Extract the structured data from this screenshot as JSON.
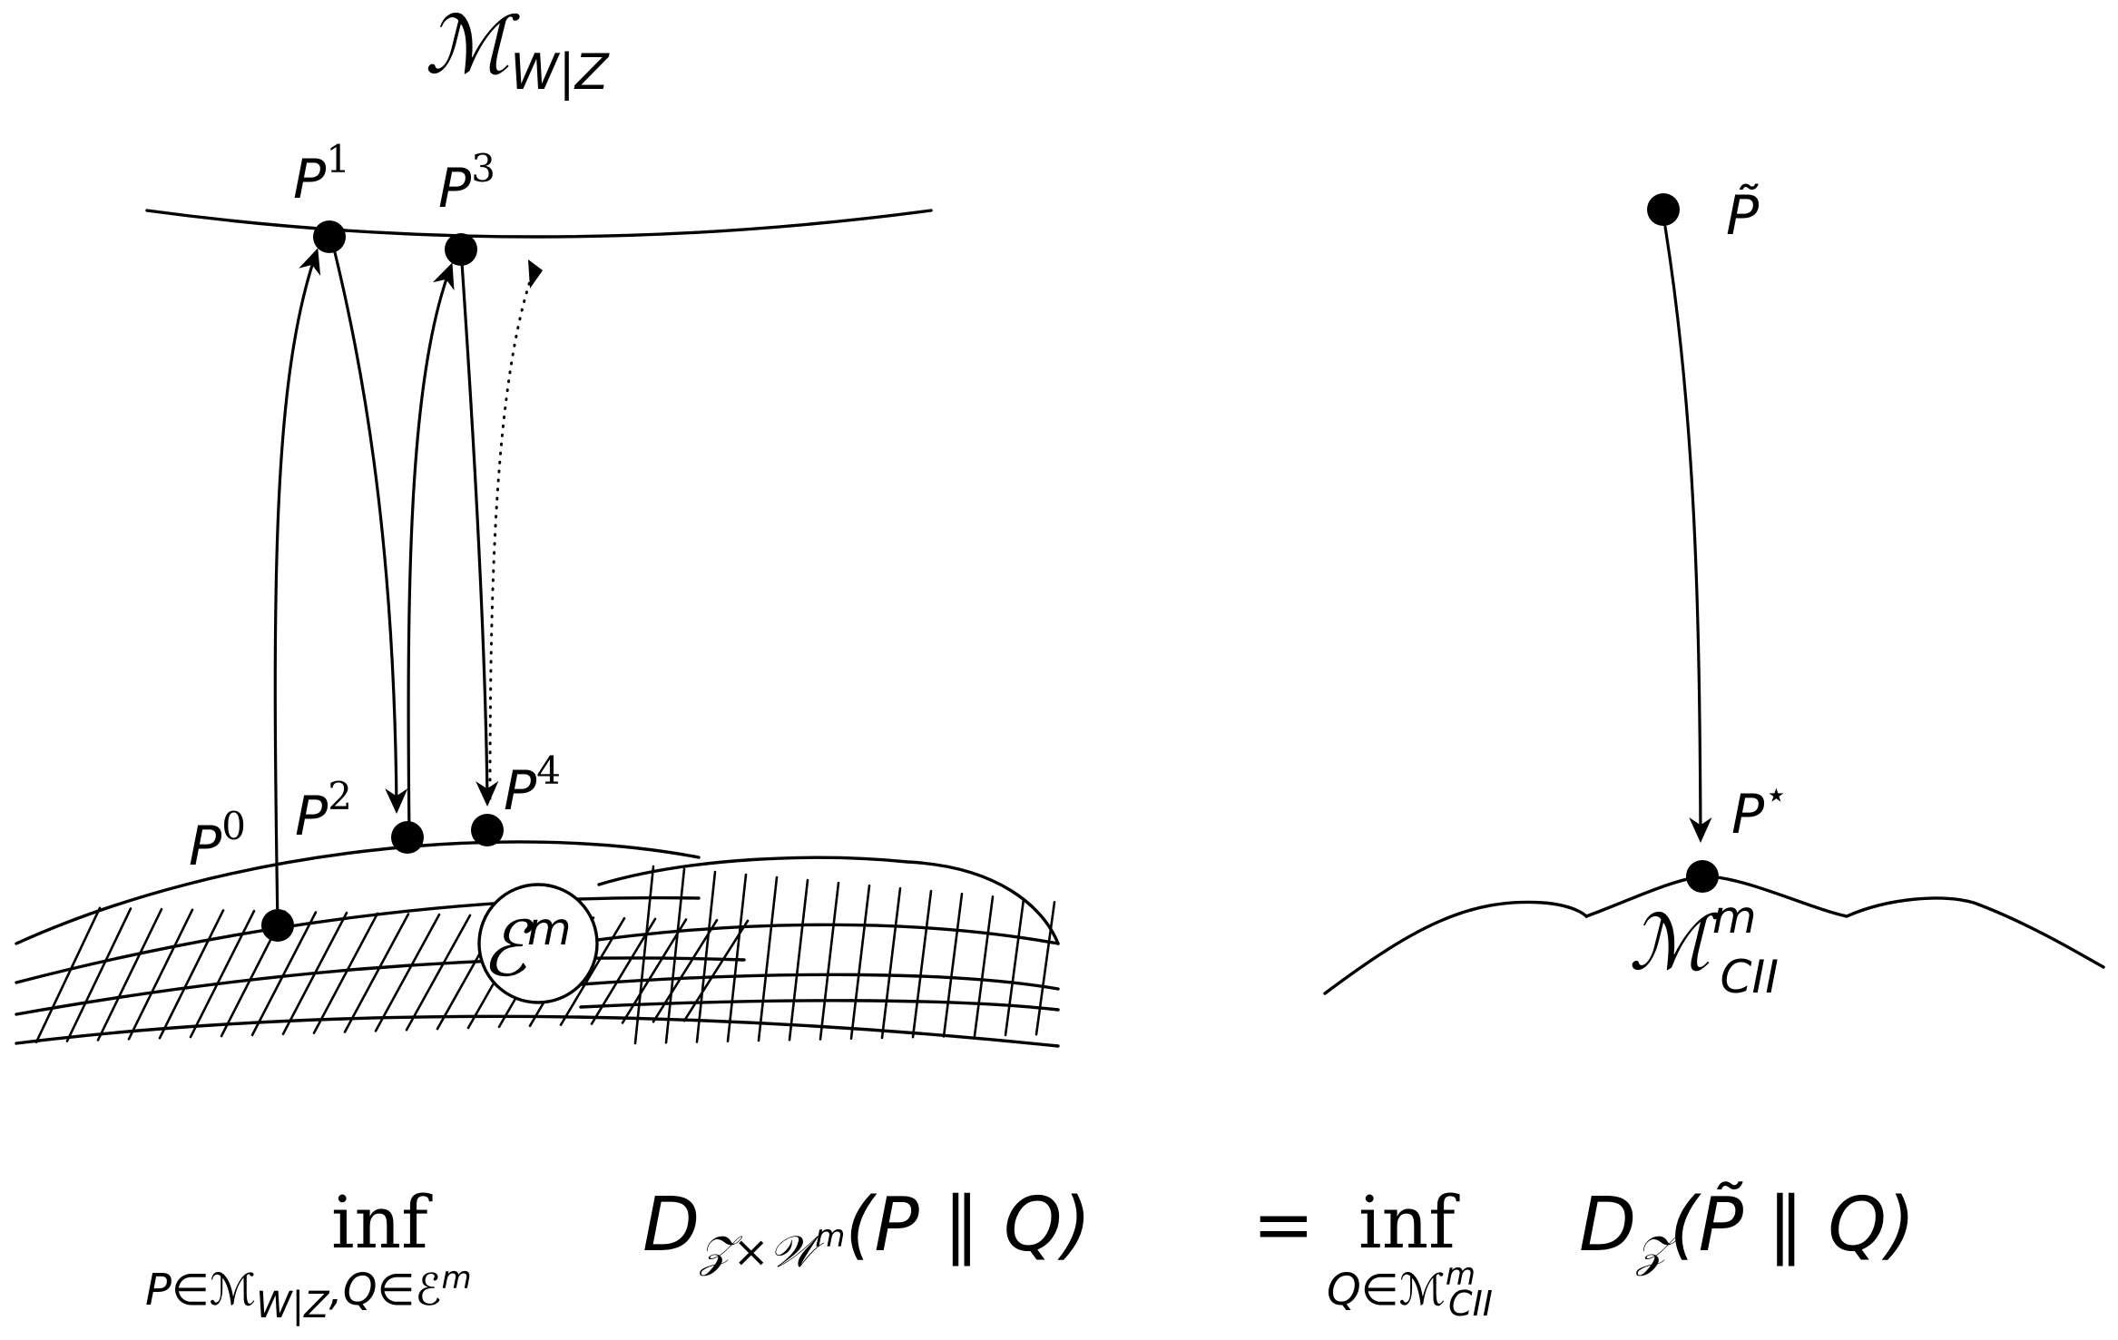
{
  "manifold_top": {
    "symbol": "ℳ",
    "subscript": "W|Z"
  },
  "points": [
    {
      "id": "P1",
      "base": "P",
      "sup": "1"
    },
    {
      "id": "P3",
      "base": "P",
      "sup": "3"
    },
    {
      "id": "P0",
      "base": "P",
      "sup": "0"
    },
    {
      "id": "P2",
      "base": "P",
      "sup": "2"
    },
    {
      "id": "P4",
      "base": "P",
      "sup": "4"
    }
  ],
  "em_label": {
    "symbol": "ℰ",
    "sup": "m"
  },
  "right_panel": {
    "p_tilde": "P̃",
    "p_star": {
      "base": "P",
      "sup": "⋆"
    },
    "manifold": {
      "symbol": "ℳ",
      "sup": "m",
      "sub": "CII"
    }
  },
  "equation": {
    "lhs_inf": "inf",
    "lhs_sub": "P∈ℳW|Z, Q∈ℰm",
    "lhs_sub_parts": [
      "P∈ℳ",
      "W|Z",
      ",Q∈ℰ",
      "m"
    ],
    "lhs_D": "D",
    "lhs_D_sub": "𝒵×𝒲",
    "lhs_D_sub_sup": "m",
    "lhs_args": "(P ∥ Q)",
    "equals": "=",
    "rhs_inf": "inf",
    "rhs_sub_parts": [
      "Q∈ℳ",
      "m",
      "CII"
    ],
    "rhs_D": "D",
    "rhs_D_sub": "𝒵",
    "rhs_args": "(P̃ ∥ Q)"
  }
}
